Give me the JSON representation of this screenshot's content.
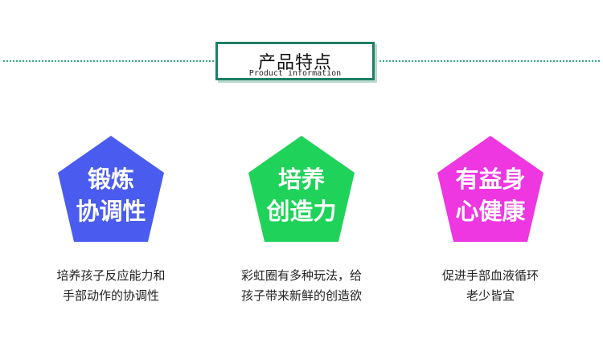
{
  "header": {
    "title": "产品特点",
    "subtitle": "Product information",
    "accent_color": "#1f7f66"
  },
  "features": [
    {
      "color": "#4a5cf0",
      "badge_line1": "锻炼",
      "badge_line2": "协调性",
      "desc_line1": "培养孩子反应能力和",
      "desc_line2": "手部动作的协调性"
    },
    {
      "color": "#1fd35a",
      "badge_line1": "培养",
      "badge_line2": "创造力",
      "desc_line1": "彩虹圈有多种玩法，给",
      "desc_line2": "孩子带来新鲜的创造欲"
    },
    {
      "color": "#ee37e0",
      "badge_line1": "有益身",
      "badge_line2": "心健康",
      "desc_line1": "促进手部血液循环",
      "desc_line2": "老少皆宜"
    }
  ]
}
